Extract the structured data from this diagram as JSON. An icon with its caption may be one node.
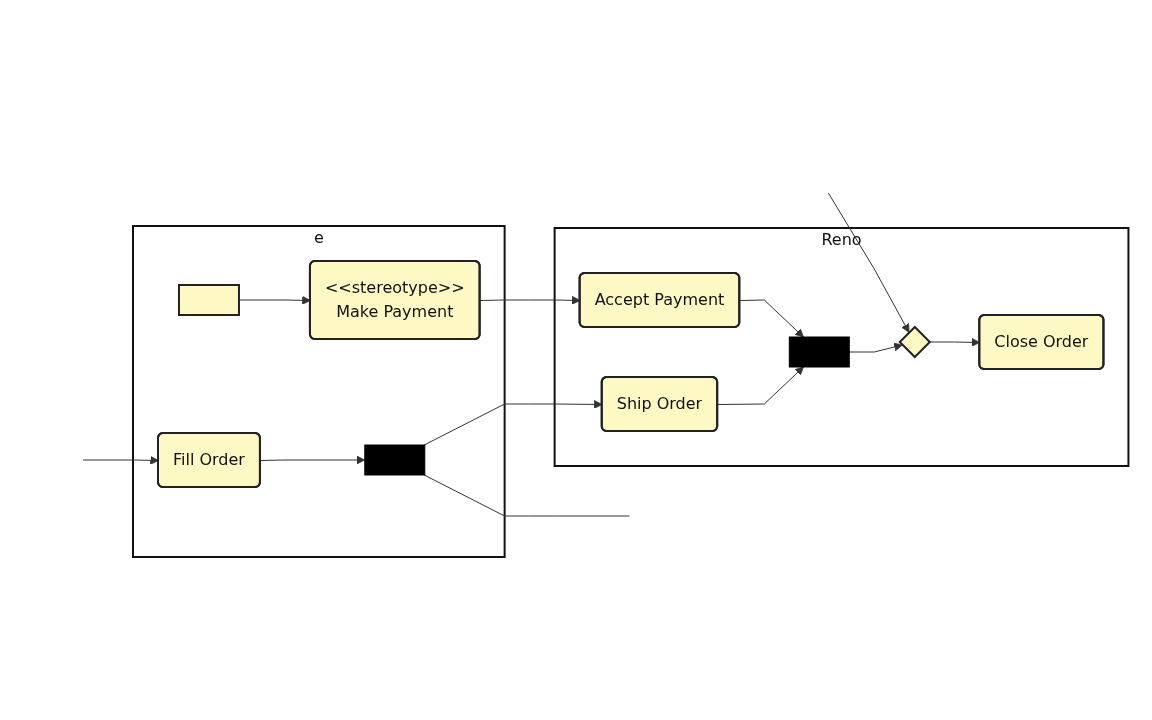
{
  "diagram": {
    "nodes": [
      {
        "text": [
          "e"
        ]
      },
      {
        "text": [
          "Reno"
        ]
      },
      {
        "text": [
          "Fill Order"
        ],
        "in": 0
      },
      {
        "text": [],
        "shape": "bar",
        "in": 0
      },
      {
        "text": [
          "Ship Order"
        ],
        "in": 1
      },
      {
        "text": [],
        "shape": "bar",
        "in": 1
      },
      {
        "text": [],
        "shape": "diamond",
        "in": 1
      },
      {
        "text": [
          "Close Order"
        ],
        "in": 1
      },
      {
        "text": [
          "<<stereotype>>",
          "Make Payment"
        ],
        "in": 0
      },
      {
        "text": [
          "Accept Payment"
        ],
        "in": 1
      },
      {
        "text": [],
        "shape": "box",
        "in": 0
      }
    ],
    "edges": [
      {
        "from": null,
        "to": 2,
        "arrow": "to"
      },
      {
        "from": 2,
        "to": 3,
        "arrow": "to"
      },
      {
        "from": 3,
        "to": 4,
        "arrow": "to"
      },
      {
        "from": 3,
        "to": null,
        "arrow": "none"
      },
      {
        "from": 4,
        "to": 5,
        "arrow": "to"
      },
      {
        "from": 9,
        "to": 5,
        "arrow": "to"
      },
      {
        "from": 5,
        "to": 6,
        "arrow": "to"
      },
      {
        "from": null,
        "to": 6,
        "arrow": "to"
      },
      {
        "from": 6,
        "to": 7,
        "arrow": "to"
      },
      {
        "from": 8,
        "to": 9,
        "arrow": "to"
      },
      {
        "from": 10,
        "to": 8,
        "arrow": "to"
      }
    ]
  }
}
